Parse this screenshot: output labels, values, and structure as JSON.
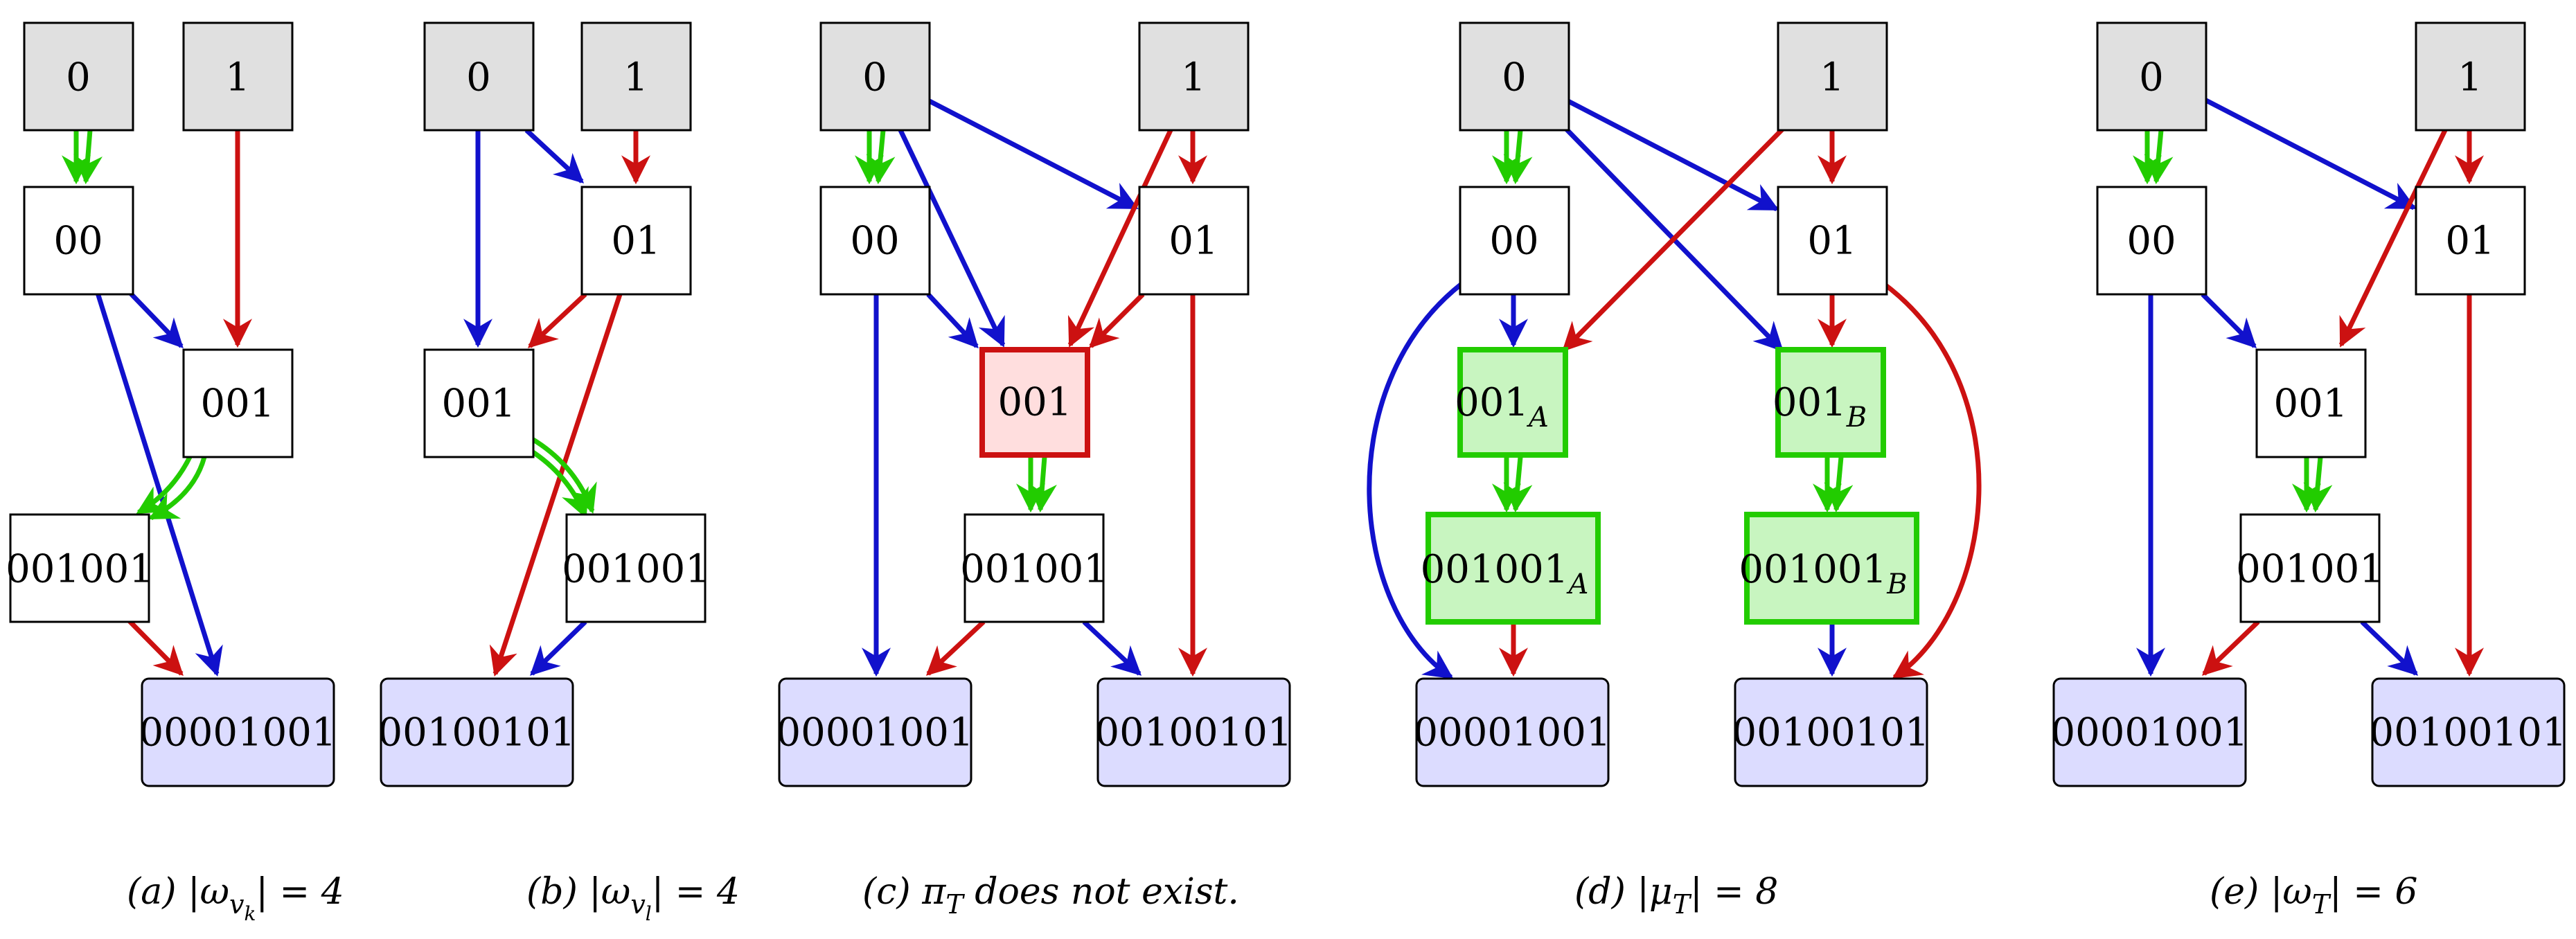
{
  "colors": {
    "blue": "#1111cc",
    "red": "#cc1111",
    "green": "#22cc00",
    "gray_fill": "#e0e0e0",
    "lavender_fill": "#dcdcff",
    "pink_fill": "#ffdede",
    "lightgreen_fill": "#c8f5c0"
  },
  "panels": [
    {
      "id": "a",
      "caption_prefix": "(a) |ω",
      "caption_sub": "v",
      "caption_subsub": "k",
      "caption_suffix": "| = 4",
      "nodes": {
        "n0": {
          "label": "0",
          "sub": ""
        },
        "n1": {
          "label": "1",
          "sub": ""
        },
        "n00": {
          "label": "00",
          "sub": ""
        },
        "n001": {
          "label": "001",
          "sub": ""
        },
        "n001001": {
          "label": "001001",
          "sub": ""
        },
        "n00001001": {
          "label": "00001001",
          "sub": ""
        }
      }
    },
    {
      "id": "b",
      "caption_prefix": "(b) |ω",
      "caption_sub": "v",
      "caption_subsub": "l",
      "caption_suffix": "| = 4",
      "nodes": {
        "n0": {
          "label": "0",
          "sub": ""
        },
        "n1": {
          "label": "1",
          "sub": ""
        },
        "n01": {
          "label": "01",
          "sub": ""
        },
        "n001": {
          "label": "001",
          "sub": ""
        },
        "n001001": {
          "label": "001001",
          "sub": ""
        },
        "n00100101": {
          "label": "00100101",
          "sub": ""
        }
      }
    },
    {
      "id": "c",
      "caption_prefix": "(c) π",
      "caption_sub": "T",
      "caption_subsub": "",
      "caption_suffix": " does not exist.",
      "nodes": {
        "n0": {
          "label": "0",
          "sub": ""
        },
        "n1": {
          "label": "1",
          "sub": ""
        },
        "n00": {
          "label": "00",
          "sub": ""
        },
        "n01": {
          "label": "01",
          "sub": ""
        },
        "n001": {
          "label": "001",
          "sub": ""
        },
        "n001001": {
          "label": "001001",
          "sub": ""
        },
        "n00001001": {
          "label": "00001001",
          "sub": ""
        },
        "n00100101": {
          "label": "00100101",
          "sub": ""
        }
      }
    },
    {
      "id": "d",
      "caption_prefix": "(d) |μ",
      "caption_sub": "T",
      "caption_subsub": "",
      "caption_suffix": "| = 8",
      "nodes": {
        "n0": {
          "label": "0",
          "sub": ""
        },
        "n1": {
          "label": "1",
          "sub": ""
        },
        "n00": {
          "label": "00",
          "sub": ""
        },
        "n01": {
          "label": "01",
          "sub": ""
        },
        "n001A": {
          "label": "001",
          "sub": "A"
        },
        "n001B": {
          "label": "001",
          "sub": "B"
        },
        "n001001A": {
          "label": "001001",
          "sub": "A"
        },
        "n001001B": {
          "label": "001001",
          "sub": "B"
        },
        "n00001001": {
          "label": "00001001",
          "sub": ""
        },
        "n00100101": {
          "label": "00100101",
          "sub": ""
        }
      }
    },
    {
      "id": "e",
      "caption_prefix": "(e) |ω",
      "caption_sub": "T",
      "caption_subsub": "",
      "caption_suffix": "| = 6",
      "nodes": {
        "n0": {
          "label": "0",
          "sub": ""
        },
        "n1": {
          "label": "1",
          "sub": ""
        },
        "n00": {
          "label": "00",
          "sub": ""
        },
        "n01": {
          "label": "01",
          "sub": ""
        },
        "n001": {
          "label": "001",
          "sub": ""
        },
        "n001001": {
          "label": "001001",
          "sub": ""
        },
        "n00001001": {
          "label": "00001001",
          "sub": ""
        },
        "n00100101": {
          "label": "00100101",
          "sub": ""
        }
      }
    }
  ]
}
